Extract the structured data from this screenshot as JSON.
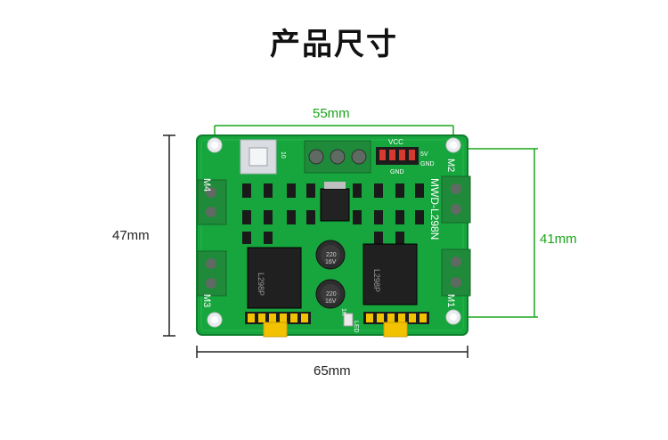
{
  "title": "产品尺寸",
  "dimensions": {
    "top": "55mm",
    "right": "41mm",
    "left": "47mm",
    "bottom": "65mm"
  },
  "board": {
    "model": "MWD-L298N",
    "motor_labels": [
      "M4",
      "M3",
      "M2",
      "M1"
    ],
    "header_labels": [
      "VCC",
      "5V",
      "GND",
      "GND"
    ],
    "chip_text": [
      "L298P",
      "L298P"
    ],
    "cap_text": [
      "220",
      "16V",
      "220",
      "16V"
    ],
    "led_label": "LED",
    "small_labels": [
      "10",
      "1K"
    ]
  },
  "colors": {
    "board": "#17a53e",
    "dimension_green": "#1aa51a",
    "terminal": "#1f8a3a",
    "header_yellow": "#f2c200",
    "header_red": "#d63a2f"
  }
}
